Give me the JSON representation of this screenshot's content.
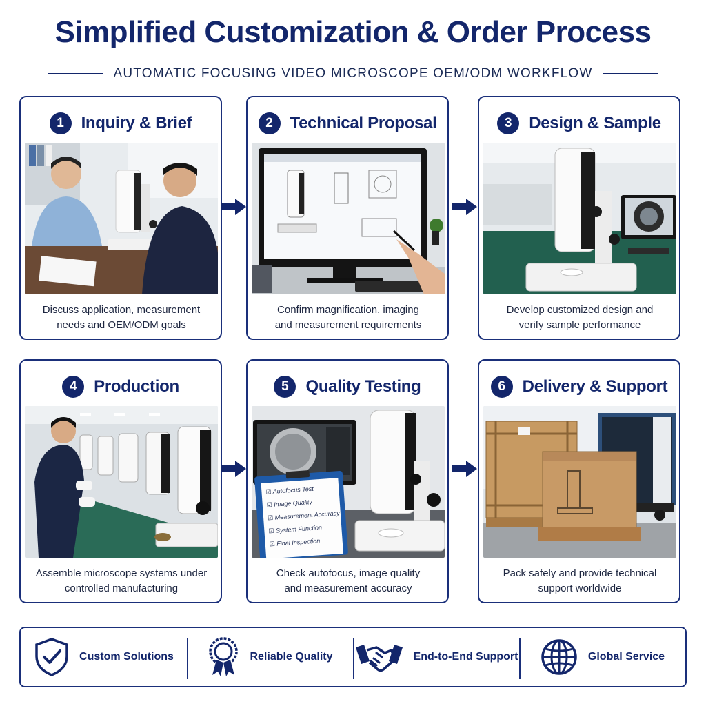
{
  "header": {
    "title": "Simplified Customization & Order Process",
    "subtitle": "AUTOMATIC FOCUSING VIDEO MICROSCOPE OEM/ODM WORKFLOW"
  },
  "steps": [
    {
      "number": "1",
      "title": "Inquiry & Brief",
      "line1": "Discuss application, measurement",
      "line2": "needs and OEM/ODM goals"
    },
    {
      "number": "2",
      "title": "Technical Proposal",
      "line1": "Confirm magnification, imaging",
      "line2": "and measurement requirements"
    },
    {
      "number": "3",
      "title": "Design & Sample",
      "line1": "Develop customized design and",
      "line2": "verify sample performance"
    },
    {
      "number": "4",
      "title": "Production",
      "line1": "Assemble microscope systems under",
      "line2": "controlled manufacturing"
    },
    {
      "number": "5",
      "title": "Quality Testing",
      "line1": "Check autofocus, image quality",
      "line2": "and measurement accuracy"
    },
    {
      "number": "6",
      "title": "Delivery & Support",
      "line1": "Pack safely and provide technical",
      "line2": "support worldwide"
    }
  ],
  "checklist": {
    "items": [
      "Autofocus Test",
      "Image Quality",
      "Measurement Accuracy",
      "System Function",
      "Final Inspection"
    ]
  },
  "features": [
    {
      "label": "Custom Solutions",
      "icon": "shield-check-icon"
    },
    {
      "label": "Reliable Quality",
      "icon": "award-ribbon-icon"
    },
    {
      "label": "End-to-End Support",
      "icon": "handshake-icon"
    },
    {
      "label": "Global Service",
      "icon": "globe-icon"
    }
  ],
  "colors": {
    "navy": "#13266b",
    "border": "#1a2f7a"
  }
}
